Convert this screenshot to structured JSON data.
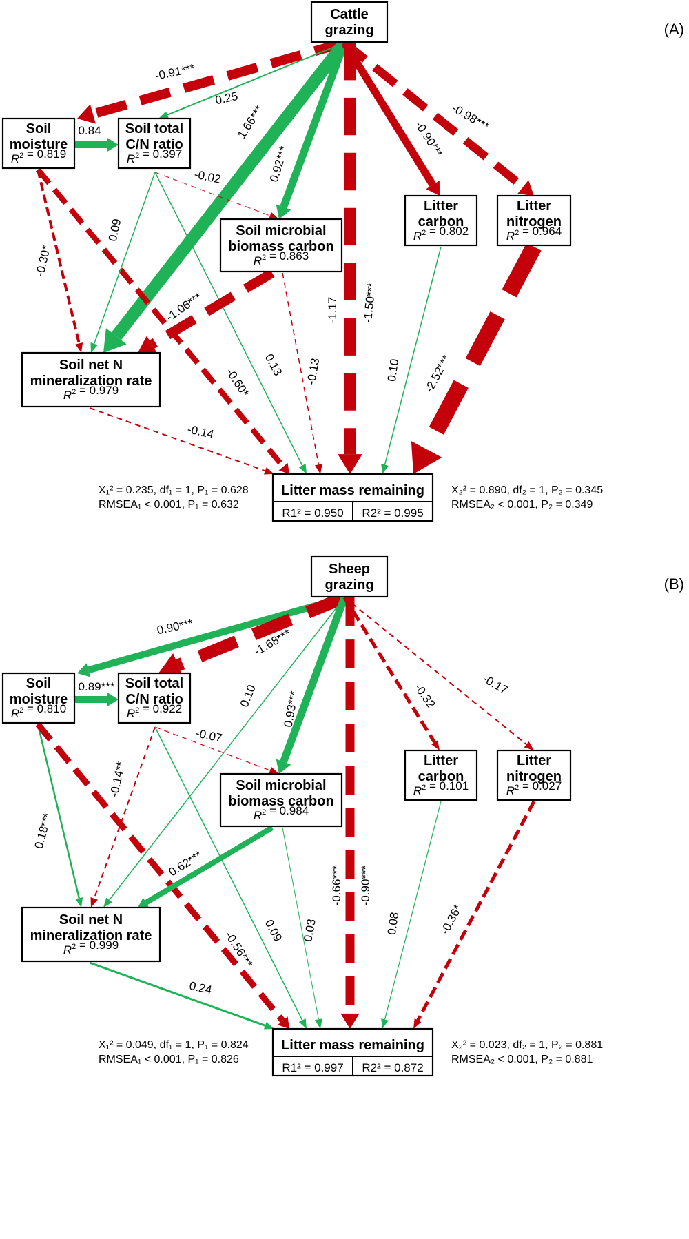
{
  "colors": {
    "positive": "#1fb257",
    "negative": "#c4000a"
  },
  "panels": [
    {
      "label": "(A)",
      "nodes": [
        {
          "id": "top",
          "lines": [
            "Cattle",
            "grazing"
          ],
          "r2": ""
        },
        {
          "id": "sm",
          "lines": [
            "Soil",
            "moisture"
          ],
          "r2": "0.819"
        },
        {
          "id": "cn",
          "lines": [
            "Soil total",
            "C/N ratio"
          ],
          "r2": "0.397"
        },
        {
          "id": "mbc",
          "lines": [
            "Soil microbial",
            "biomass carbon"
          ],
          "r2": "0.863"
        },
        {
          "id": "lc",
          "lines": [
            "Litter",
            "carbon"
          ],
          "r2": "0.802"
        },
        {
          "id": "ln",
          "lines": [
            "Litter",
            "nitrogen"
          ],
          "r2": "0.964"
        },
        {
          "id": "nmin",
          "lines": [
            "Soil net N",
            "mineralization rate"
          ],
          "r2": "0.979"
        },
        {
          "id": "lmr",
          "lines": [
            "Litter mass remaining"
          ],
          "r2_1": "0.950",
          "r2_2": "0.995"
        }
      ],
      "edges": [
        {
          "from": "top",
          "to": "sm",
          "coef": "-0.91***",
          "sign": "neg",
          "dashed": true,
          "width": 14
        },
        {
          "from": "top",
          "to": "cn",
          "coef": "0.25",
          "sign": "pos",
          "dashed": false,
          "width": 2
        },
        {
          "from": "top",
          "to": "nmin",
          "coef": "1.66***",
          "sign": "pos",
          "dashed": false,
          "width": 18
        },
        {
          "from": "top",
          "to": "mbc",
          "coef": "0.92***",
          "sign": "pos",
          "dashed": false,
          "width": 11
        },
        {
          "from": "top",
          "to": "lc",
          "coef": "-0.90***",
          "sign": "neg",
          "dashed": false,
          "width": 11
        },
        {
          "from": "top",
          "to": "ln",
          "coef": "-0.98***",
          "sign": "neg",
          "dashed": true,
          "width": 12
        },
        {
          "from": "top",
          "to": "lmr",
          "coef": "-1.50***",
          "sign": "neg",
          "dashed": true,
          "width": 17
        },
        {
          "from": "sm",
          "to": "cn",
          "coef": "0.84",
          "sign": "pos",
          "dashed": false,
          "width": 10
        },
        {
          "from": "sm",
          "to": "nmin",
          "coef": "-0.30*",
          "sign": "neg",
          "dashed": true,
          "width": 4
        },
        {
          "from": "sm",
          "to": "lmr",
          "coef": "-0.60*",
          "sign": "neg",
          "dashed": true,
          "width": 8
        },
        {
          "from": "cn",
          "to": "mbc",
          "coef": "-0.02",
          "sign": "neg",
          "dashed": true,
          "width": 1
        },
        {
          "from": "cn",
          "to": "nmin",
          "coef": "0.09",
          "sign": "pos",
          "dashed": false,
          "width": 1.5
        },
        {
          "from": "cn",
          "to": "lmr",
          "coef": "0.13",
          "sign": "pos",
          "dashed": false,
          "width": 1.5
        },
        {
          "from": "mbc",
          "to": "nmin",
          "coef": "-1.06***",
          "sign": "neg",
          "dashed": true,
          "width": 14
        },
        {
          "from": "mbc",
          "to": "lmr",
          "coef": "-0.13",
          "sign": "neg",
          "dashed": true,
          "width": 1.5
        },
        {
          "from": "lc",
          "to": "lmr",
          "coef": "0.10",
          "sign": "pos",
          "dashed": false,
          "width": 1.5
        },
        {
          "from": "ln",
          "to": "lmr",
          "coef": "-2.52***",
          "sign": "neg",
          "dashed": true,
          "width": 24
        },
        {
          "from": "nmin",
          "to": "lmr",
          "coef": "-0.14",
          "sign": "neg",
          "dashed": true,
          "width": 2
        }
      ],
      "extra_labels": [
        {
          "text": "-1.17"
        }
      ],
      "fit_left": [
        "X₁² = 0.235, df₁ = 1, P₁ = 0.628",
        "RMSEA₁ < 0.001, P₁ = 0.632"
      ],
      "fit_right": [
        "X₂² = 0.890, df₂ = 1, P₂ = 0.345",
        "RMSEA₂ < 0.001, P₂ = 0.349"
      ]
    },
    {
      "label": "(B)",
      "nodes": [
        {
          "id": "top",
          "lines": [
            "Sheep",
            "grazing"
          ],
          "r2": ""
        },
        {
          "id": "sm",
          "lines": [
            "Soil",
            "moisture"
          ],
          "r2": "0.810"
        },
        {
          "id": "cn",
          "lines": [
            "Soil total",
            "C/N ratio"
          ],
          "r2": "0.922"
        },
        {
          "id": "mbc",
          "lines": [
            "Soil microbial",
            "biomass carbon"
          ],
          "r2": "0.984"
        },
        {
          "id": "lc",
          "lines": [
            "Litter",
            "carbon"
          ],
          "r2": "0.101"
        },
        {
          "id": "ln",
          "lines": [
            "Litter",
            "nitrogen"
          ],
          "r2": "0.027"
        },
        {
          "id": "nmin",
          "lines": [
            "Soil net N",
            "mineralization rate"
          ],
          "r2": "0.999"
        },
        {
          "id": "lmr",
          "lines": [
            "Litter mass remaining"
          ],
          "r2_1": "0.997",
          "r2_2": "0.872"
        }
      ],
      "edges": [
        {
          "from": "top",
          "to": "sm",
          "coef": "0.90***",
          "sign": "pos",
          "dashed": false,
          "width": 10
        },
        {
          "from": "top",
          "to": "cn",
          "coef": "-1.68***",
          "sign": "neg",
          "dashed": true,
          "width": 18
        },
        {
          "from": "top",
          "to": "nmin",
          "coef": "0.10",
          "sign": "pos",
          "dashed": false,
          "width": 1.5
        },
        {
          "from": "top",
          "to": "mbc",
          "coef": "0.93***",
          "sign": "pos",
          "dashed": false,
          "width": 11
        },
        {
          "from": "top",
          "to": "lc",
          "coef": "-0.32",
          "sign": "neg",
          "dashed": true,
          "width": 5
        },
        {
          "from": "top",
          "to": "ln",
          "coef": "-0.17",
          "sign": "neg",
          "dashed": true,
          "width": 2
        },
        {
          "from": "top",
          "to": "lmr",
          "coef": "-0.90***",
          "sign": "neg",
          "dashed": true,
          "width": 13
        },
        {
          "from": "sm",
          "to": "cn",
          "coef": "0.89***",
          "sign": "pos",
          "dashed": false,
          "width": 10
        },
        {
          "from": "sm",
          "to": "nmin",
          "coef": "0.18***",
          "sign": "pos",
          "dashed": false,
          "width": 2.5
        },
        {
          "from": "sm",
          "to": "lmr",
          "coef": "-0.56***",
          "sign": "neg",
          "dashed": true,
          "width": 9
        },
        {
          "from": "cn",
          "to": "mbc",
          "coef": "-0.07",
          "sign": "neg",
          "dashed": true,
          "width": 1.2
        },
        {
          "from": "cn",
          "to": "nmin",
          "coef": "-0.14**",
          "sign": "neg",
          "dashed": true,
          "width": 2
        },
        {
          "from": "cn",
          "to": "lmr",
          "coef": "0.09",
          "sign": "pos",
          "dashed": false,
          "width": 1.5
        },
        {
          "from": "mbc",
          "to": "nmin",
          "coef": "0.62***",
          "sign": "pos",
          "dashed": false,
          "width": 8
        },
        {
          "from": "mbc",
          "to": "lmr",
          "coef": "0.03",
          "sign": "pos",
          "dashed": false,
          "width": 1
        },
        {
          "from": "lc",
          "to": "lmr",
          "coef": "0.08",
          "sign": "pos",
          "dashed": false,
          "width": 1.2
        },
        {
          "from": "ln",
          "to": "lmr",
          "coef": "-0.36*",
          "sign": "neg",
          "dashed": true,
          "width": 5
        },
        {
          "from": "nmin",
          "to": "lmr",
          "coef": "0.24",
          "sign": "pos",
          "dashed": false,
          "width": 3
        }
      ],
      "extra_labels": [
        {
          "text": "-0.66***"
        }
      ],
      "fit_left": [
        "X₁² = 0.049, df₁ = 1, P₁ = 0.824",
        "RMSEA₁ < 0.001, P₁ = 0.826"
      ],
      "fit_right": [
        "X₂² = 0.023, df₂ = 1, P₂ = 0.881",
        "RMSEA₂ < 0.001, P₂ = 0.881"
      ]
    }
  ]
}
